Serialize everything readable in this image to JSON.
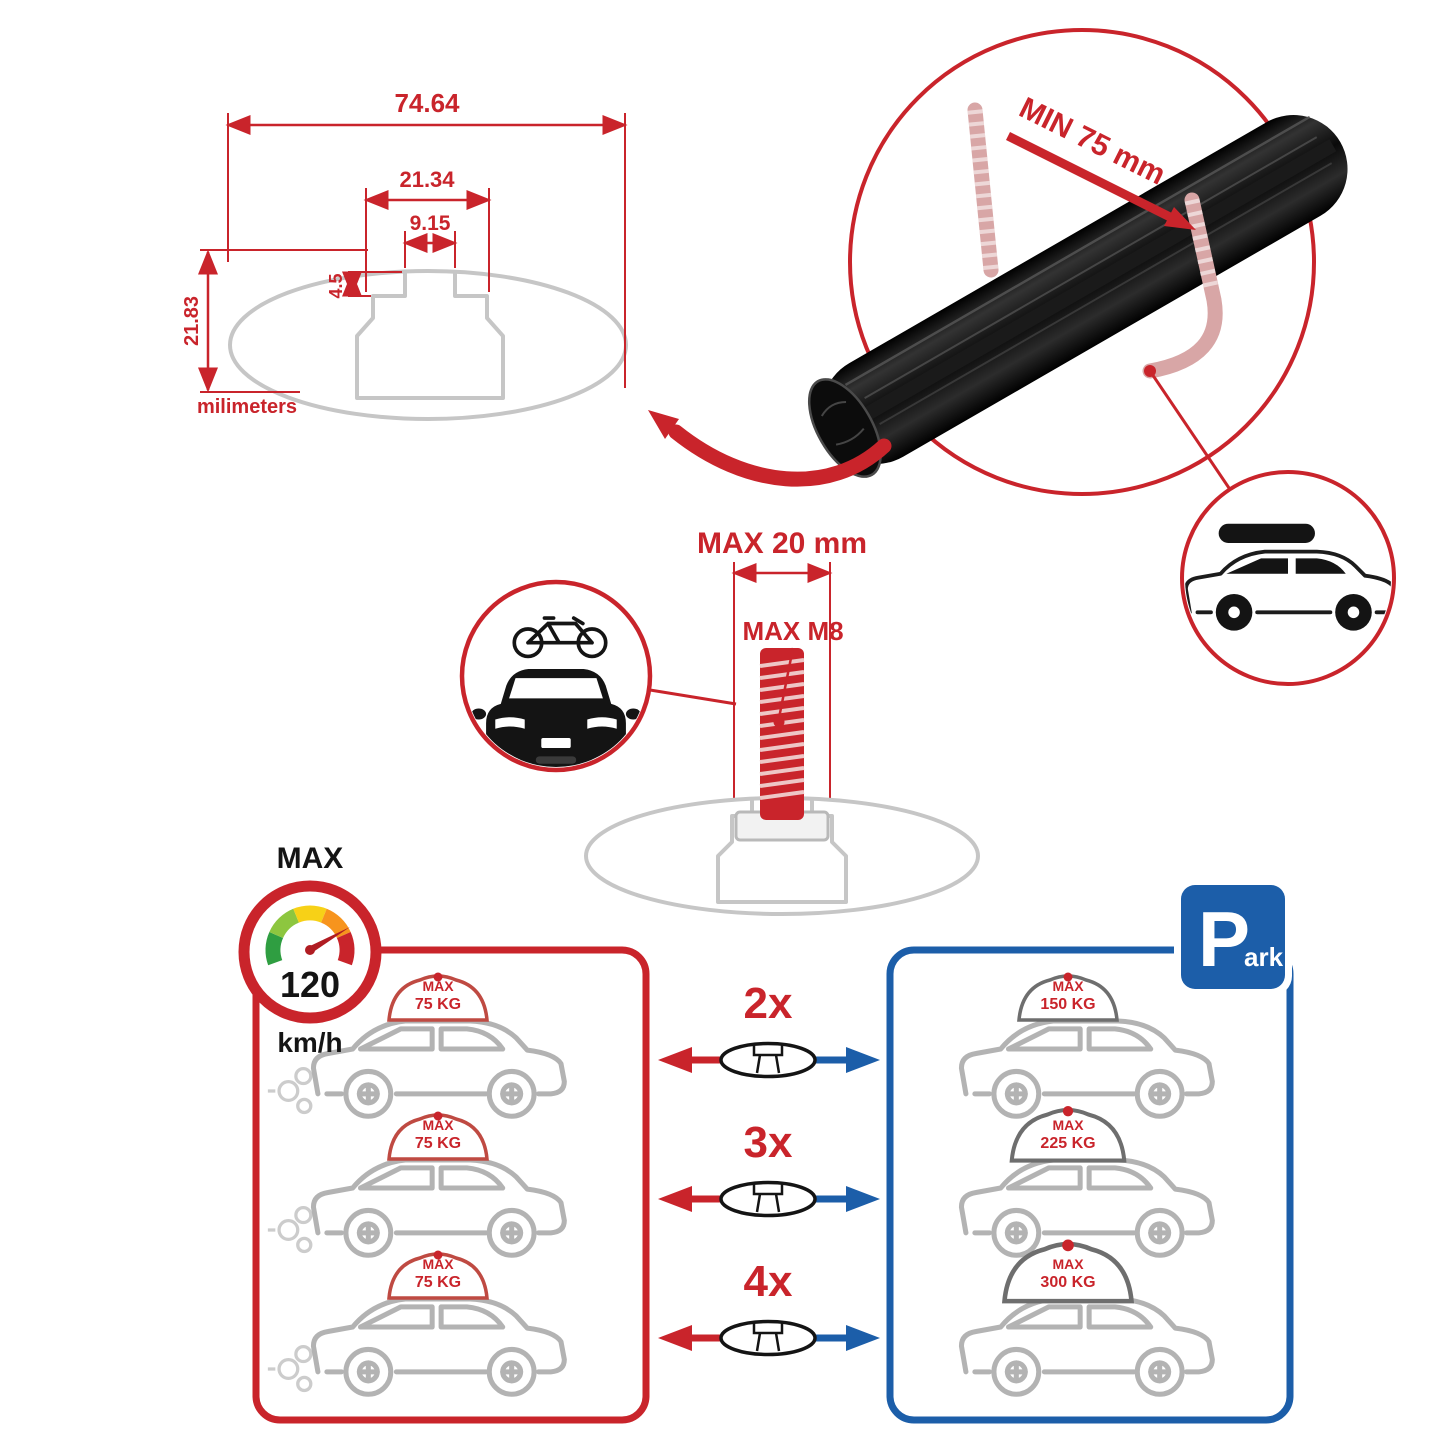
{
  "profile_diagram": {
    "width_total": "74.64",
    "slot_width": "21.34",
    "opening_width": "9.15",
    "lip_depth": "4.5",
    "height_total": "21.83",
    "units_label": "milimeters"
  },
  "clamp_diagram": {
    "min_clamp_label": "MIN 75 mm"
  },
  "bolt_diagram": {
    "max_length_label": "MAX 20 mm",
    "max_thread_label": "MAX M8"
  },
  "speed_badge": {
    "title": "MAX",
    "value": "120",
    "units": "km/h"
  },
  "capacity": {
    "left_cars": [
      {
        "line1": "MAX",
        "line2": "75 KG"
      },
      {
        "line1": "MAX",
        "line2": "75 KG"
      },
      {
        "line1": "MAX",
        "line2": "75 KG"
      }
    ],
    "multipliers": [
      {
        "label": "2x"
      },
      {
        "label": "3x"
      },
      {
        "label": "4x"
      }
    ],
    "right_cars": [
      {
        "line1": "MAX",
        "line2": "150 KG"
      },
      {
        "line1": "MAX",
        "line2": "225 KG"
      },
      {
        "line1": "MAX",
        "line2": "300 KG"
      }
    ]
  },
  "parking_sign": {
    "letter": "P",
    "rest": "ark"
  },
  "colors": {
    "red": "#c9242b",
    "blue": "#1c5ea9",
    "gray": "#c6c6c6"
  }
}
